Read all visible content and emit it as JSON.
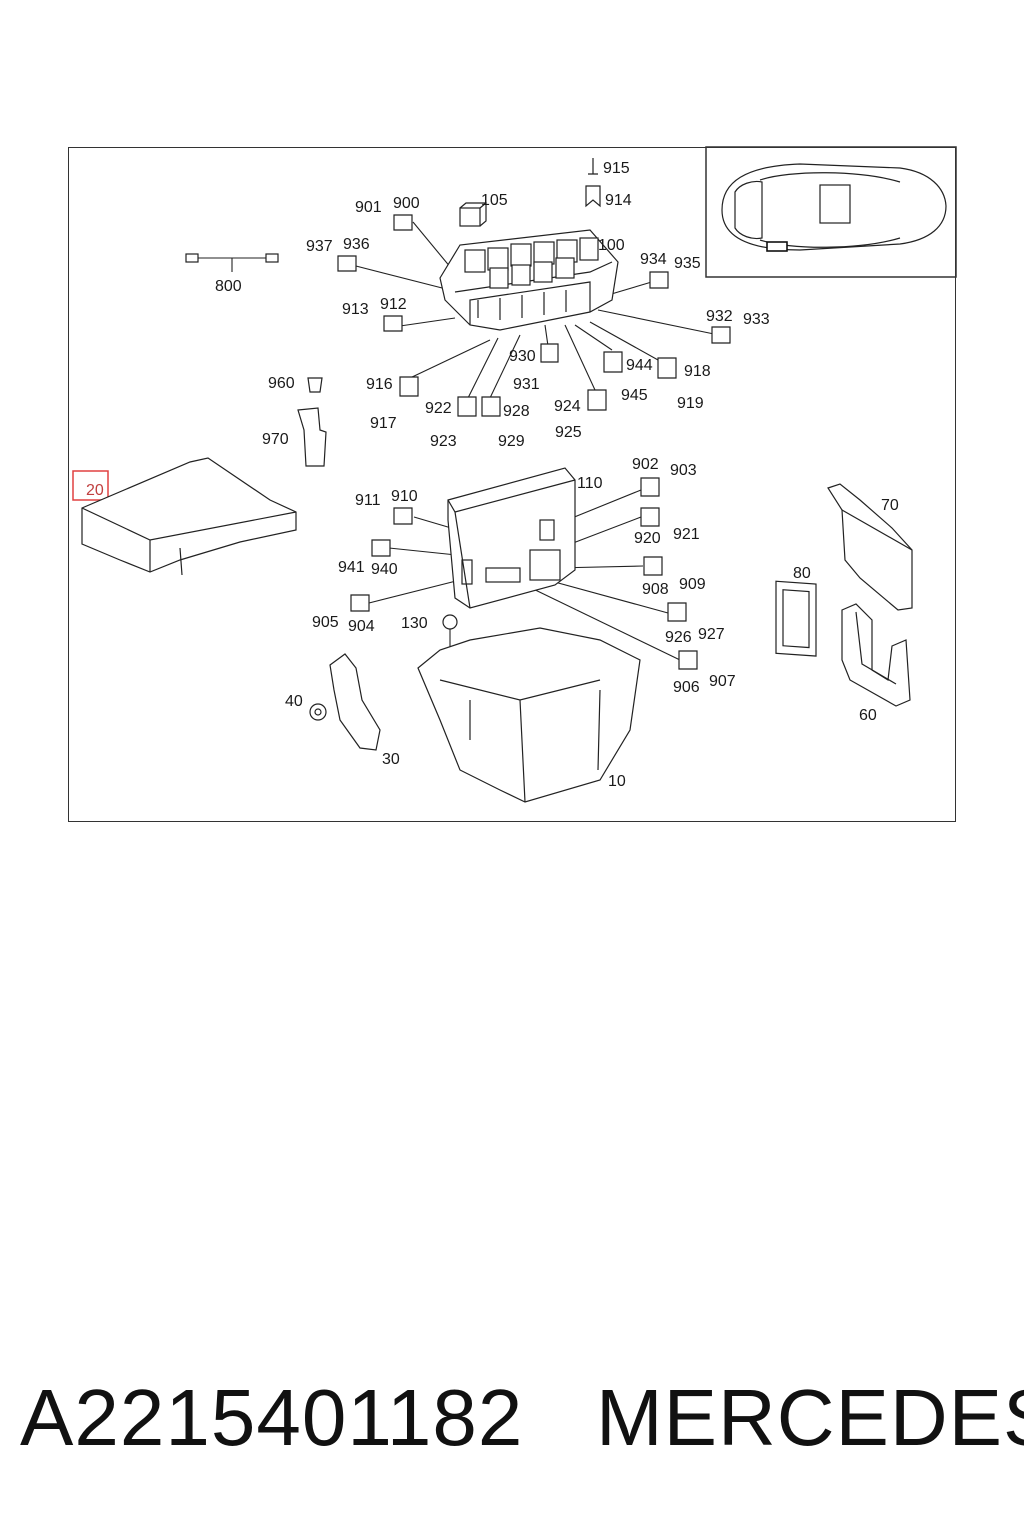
{
  "diagram": {
    "callouts": {
      "c915": "915",
      "c914": "914",
      "c901": "901",
      "c900": "900",
      "c105": "105",
      "c937": "937",
      "c936": "936",
      "c100": "100",
      "c934": "934",
      "c935": "935",
      "c800": "800",
      "c913": "913",
      "c912": "912",
      "c932": "932",
      "c933": "933",
      "c930": "930",
      "c944": "944",
      "c918": "918",
      "c960": "960",
      "c916": "916",
      "c931": "931",
      "c945": "945",
      "c922": "922",
      "c928": "928",
      "c924": "924",
      "c919": "919",
      "c917": "917",
      "c923": "923",
      "c929": "929",
      "c925": "925",
      "c970": "970",
      "c902": "902",
      "c903": "903",
      "c20": "20",
      "c110": "110",
      "c911": "911",
      "c910": "910",
      "c70": "70",
      "c920": "920",
      "c921": "921",
      "c941": "941",
      "c940": "940",
      "c908": "908",
      "c909": "909",
      "c80": "80",
      "c905": "905",
      "c904": "904",
      "c130": "130",
      "c926": "926",
      "c927": "927",
      "c906": "906",
      "c907": "907",
      "c40": "40",
      "c60": "60",
      "c30": "30",
      "c10": "10"
    },
    "highlighted_callout": "20"
  },
  "footer": {
    "part_number": "A2215401182",
    "brand": "MERCEDES"
  },
  "colors": {
    "highlight": "#e04040",
    "line": "#222222"
  }
}
